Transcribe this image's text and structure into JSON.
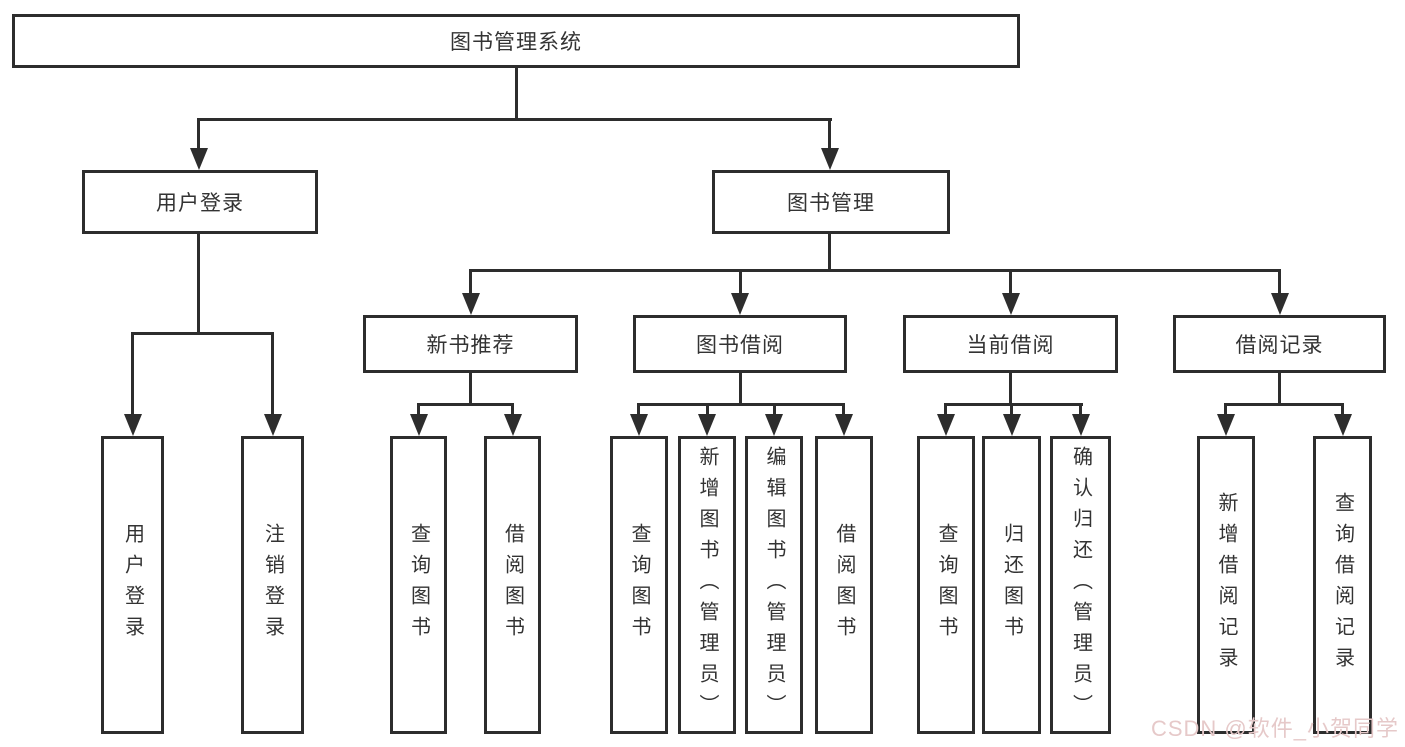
{
  "style": {
    "background_color": "#ffffff",
    "box_border_color": "#2d2d2d",
    "connector_color": "#2d2d2d",
    "text_color": "#333333",
    "watermark_color": "#e6c9c9"
  },
  "tree": {
    "root": {
      "label": "图书管理系统"
    },
    "children": [
      {
        "label": "用户登录",
        "children": [
          {
            "label": "用户登录"
          },
          {
            "label": "注销登录"
          }
        ]
      },
      {
        "label": "图书管理",
        "children": [
          {
            "label": "新书推荐",
            "children": [
              {
                "label": "查询图书"
              },
              {
                "label": "借阅图书"
              }
            ]
          },
          {
            "label": "图书借阅",
            "children": [
              {
                "label": "查询图书"
              },
              {
                "label": "新增图书（管理员）"
              },
              {
                "label": "编辑图书（管理员）"
              },
              {
                "label": "借阅图书"
              }
            ]
          },
          {
            "label": "当前借阅",
            "children": [
              {
                "label": "查询图书"
              },
              {
                "label": "归还图书"
              },
              {
                "label": "确认归还（管理员）"
              }
            ]
          },
          {
            "label": "借阅记录",
            "children": [
              {
                "label": "新增借阅记录"
              },
              {
                "label": "查询借阅记录"
              }
            ]
          }
        ]
      }
    ]
  },
  "watermark": {
    "text": "CSDN @软件_小贺同学"
  }
}
